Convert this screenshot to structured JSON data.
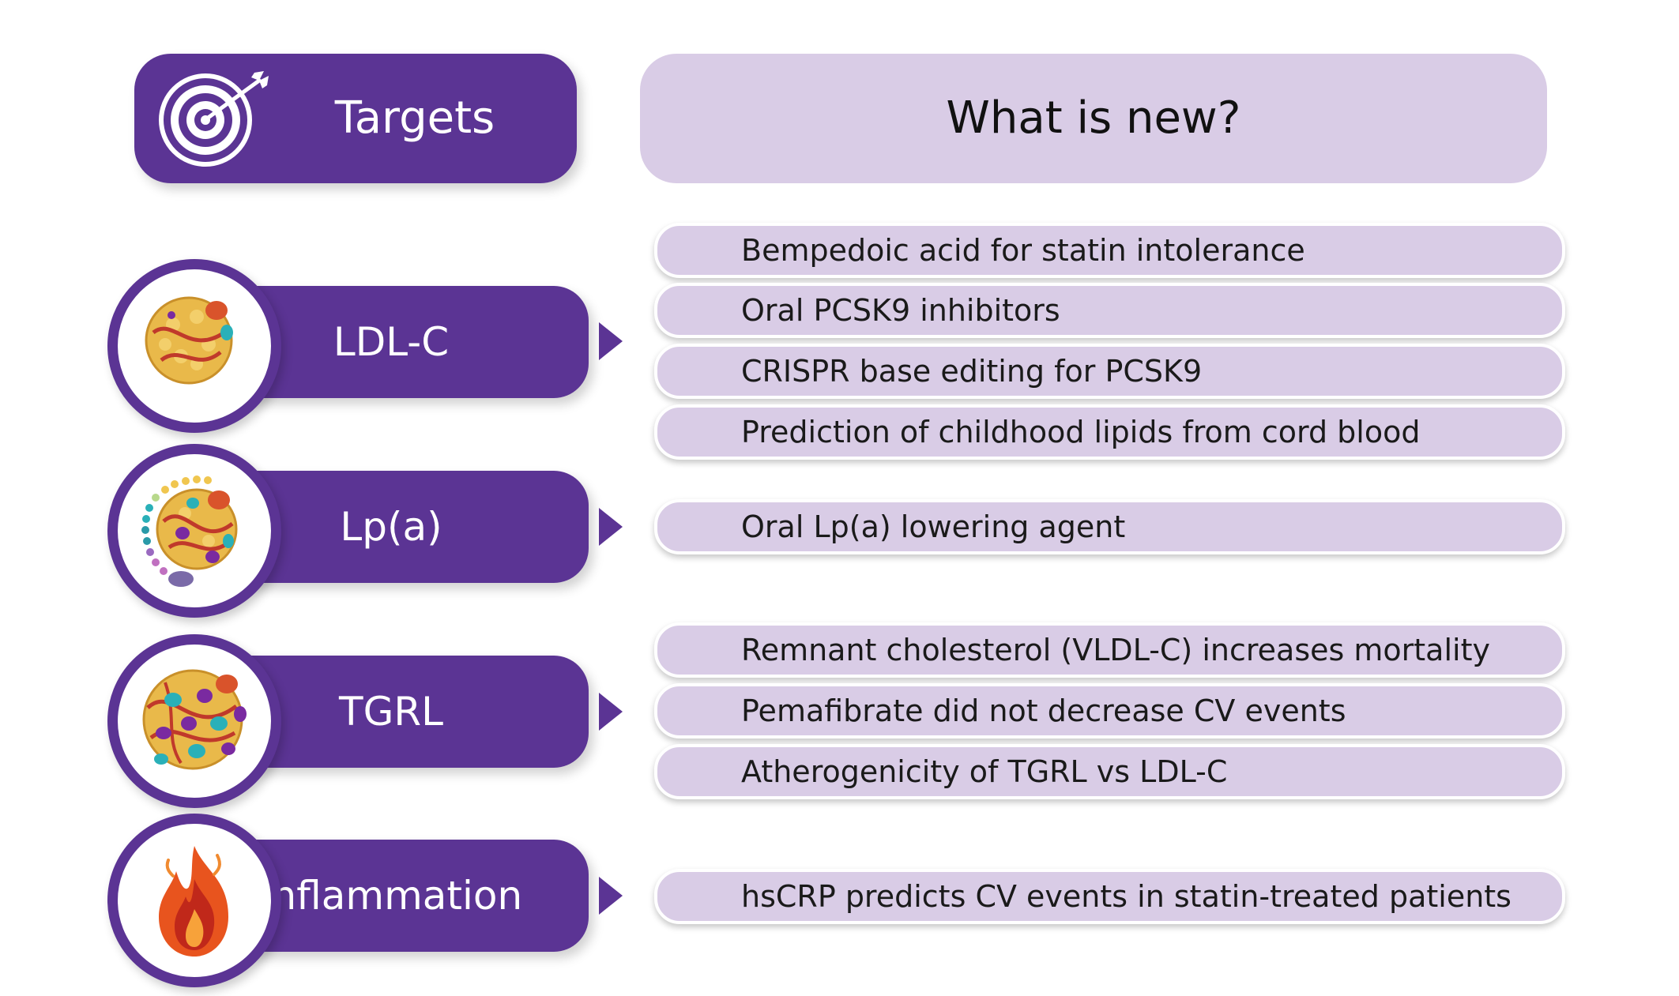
{
  "header": {
    "targets_title": "Targets",
    "new_title": "What is new?"
  },
  "targets": [
    {
      "label": "LDL-C",
      "icon": "ldl-particle-icon",
      "items": [
        "Bempedoic acid for statin intolerance",
        "Oral PCSK9 inhibitors",
        "CRISPR base editing for PCSK9",
        "Prediction of childhood lipids from cord blood"
      ]
    },
    {
      "label": "Lp(a)",
      "icon": "lpa-particle-icon",
      "items": [
        "Oral Lp(a) lowering agent"
      ]
    },
    {
      "label": "TGRL",
      "icon": "tgrl-particle-icon",
      "items": [
        "Remnant cholesterol (VLDL-C) increases mortality",
        "Pemafibrate did not decrease CV events",
        "Atherogenicity of TGRL vs LDL-C"
      ]
    },
    {
      "label": "Inflammation",
      "icon": "flame-icon",
      "items": [
        "hsCRP predicts CV events in statin-treated patients"
      ]
    }
  ],
  "colors": {
    "primary_purple": "#5b3494",
    "light_lavender": "#d9cce6"
  }
}
